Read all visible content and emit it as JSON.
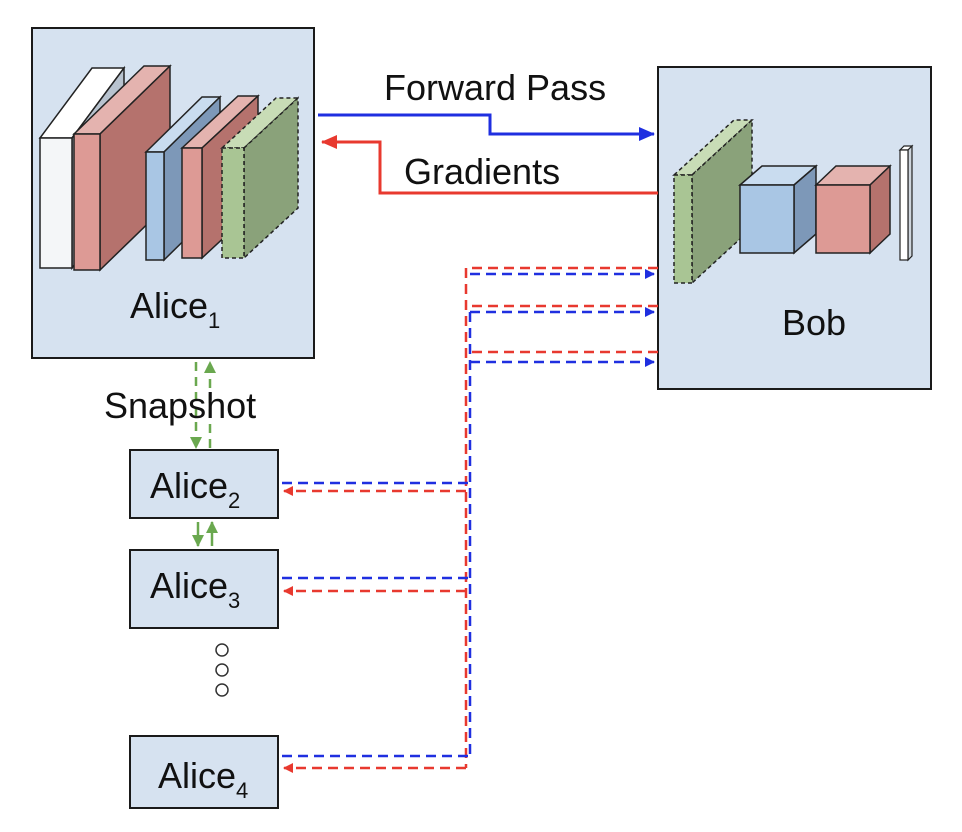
{
  "diagram": {
    "top_arrows": {
      "forward_label": "Forward Pass",
      "gradients_label": "Gradients"
    },
    "snapshot_label": "Snapshot",
    "bob": {
      "label": "Bob"
    },
    "clients": [
      {
        "name": "Alice",
        "sub": "1"
      },
      {
        "name": "Alice",
        "sub": "2"
      },
      {
        "name": "Alice",
        "sub": "3"
      },
      {
        "name": "Alice",
        "sub": "4"
      }
    ],
    "colors": {
      "panel_fill": "#d6e2f0",
      "panel_stroke": "#1a1a1a",
      "forward": "#1f2fe0",
      "gradient": "#e8392f",
      "snapshot": "#6aa84f",
      "layer_white": "#f4f6f8",
      "layer_red": "#dd9a95",
      "layer_blue": "#a9c6e4",
      "layer_green": "#a9c594"
    }
  }
}
